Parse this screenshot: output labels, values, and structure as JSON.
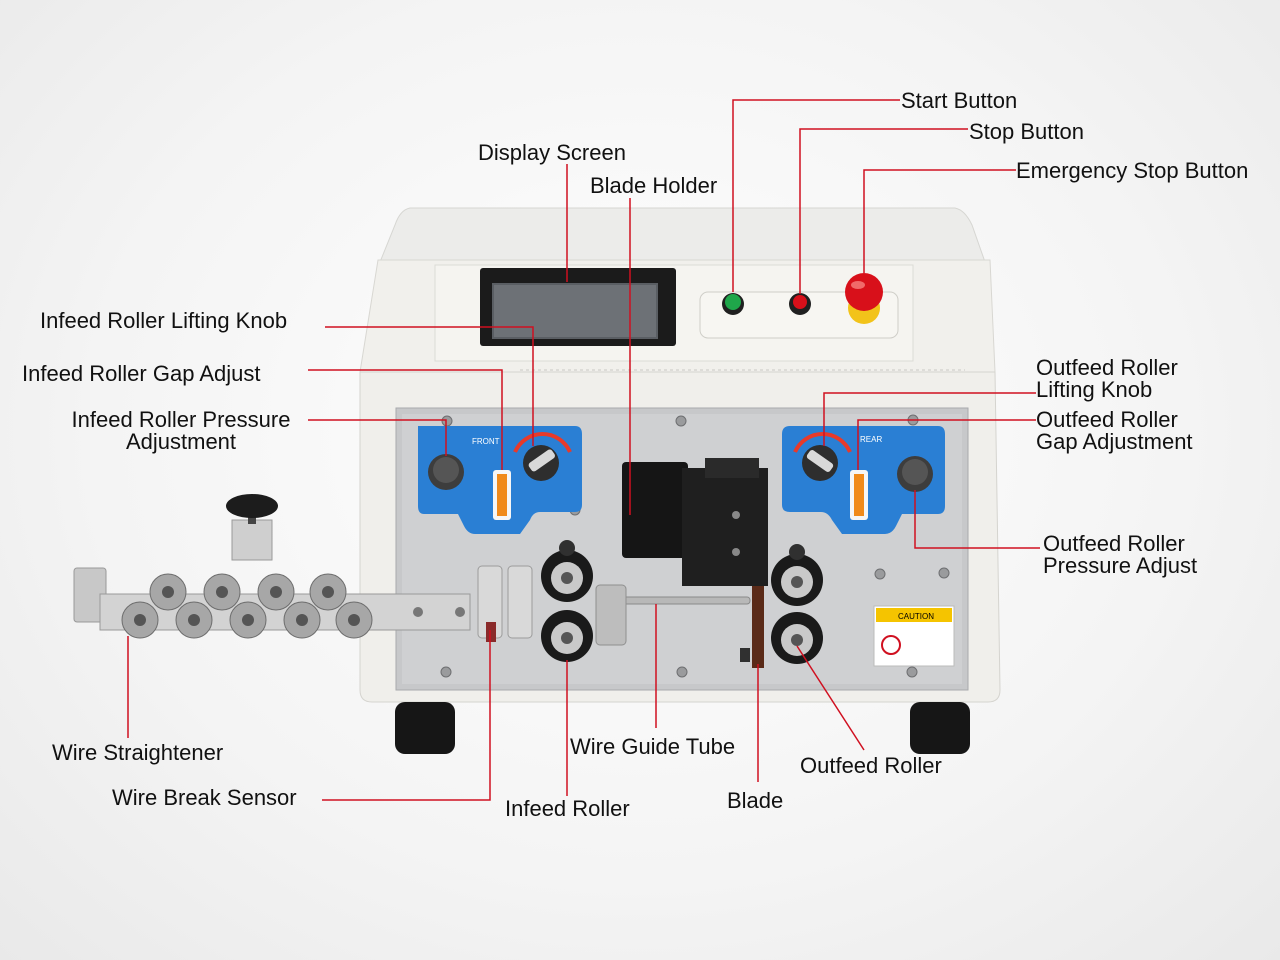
{
  "labels": {
    "start_button": "Start Button",
    "stop_button": "Stop Button",
    "emergency_stop": "Emergency Stop Button",
    "display_screen": "Display Screen",
    "blade_holder": "Blade Holder",
    "infeed_lifting_knob": "Infeed Roller Lifting Knob",
    "infeed_gap_adjust": "Infeed Roller Gap Adjust",
    "infeed_pressure_1": "Infeed Roller Pressure",
    "infeed_pressure_2": "Adjustment",
    "outfeed_lifting_1": "Outfeed Roller",
    "outfeed_lifting_2": "Lifting Knob",
    "outfeed_gap_1": "Outfeed Roller",
    "outfeed_gap_2": "Gap Adjustment",
    "outfeed_pressure_1": "Outfeed Roller",
    "outfeed_pressure_2": "Pressure Adjust",
    "wire_straightener": "Wire Straightener",
    "wire_break_sensor": "Wire Break Sensor",
    "wire_guide_tube": "Wire Guide Tube",
    "infeed_roller": "Infeed Roller",
    "blade": "Blade",
    "outfeed_roller": "Outfeed Roller"
  },
  "panel_text": {
    "front": "FRONT",
    "rear": "REAR",
    "caution": "CAUTION"
  },
  "colors": {
    "leader_line": "#d01020",
    "panel_blue": "#2a7fd4",
    "start_green": "#1fa64a",
    "stop_red": "#d8101a",
    "estop_yellow": "#f2c31a"
  }
}
